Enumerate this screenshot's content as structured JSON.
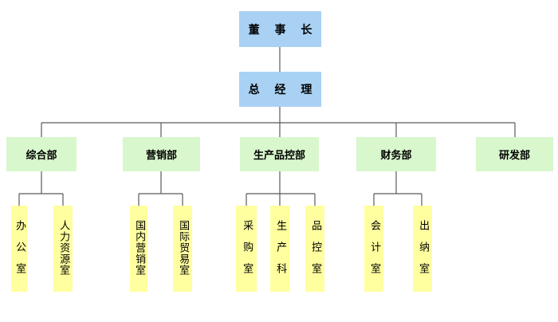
{
  "chairman": "董 事 长",
  "general_manager": "总 经 理",
  "departments": [
    {
      "label": "综合部",
      "sub_units": [
        "办公室",
        "人力资源室"
      ]
    },
    {
      "label": "营销部",
      "sub_units": [
        "国内营销室",
        "国际贸易室"
      ]
    },
    {
      "label": "生产品控部",
      "sub_units": [
        "采购室",
        "生产科",
        "品控室"
      ]
    },
    {
      "label": "财务部",
      "sub_units": [
        "会计室",
        "出纳室"
      ]
    },
    {
      "label": "研发部",
      "sub_units": []
    }
  ],
  "colors": {
    "top_box": "#a9d1f4",
    "department_box": "#d8f7cc",
    "sub_unit_box": "#ffff9f",
    "connector": "#5a5a5a"
  }
}
